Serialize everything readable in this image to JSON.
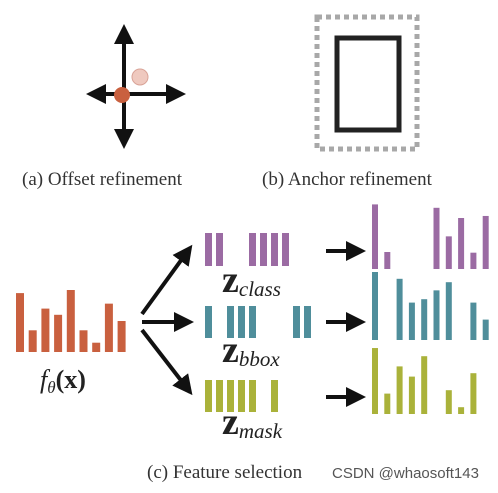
{
  "captions": {
    "offset": "(a) Offset refinement",
    "anchor": "(b) Anchor refinement",
    "feature": "(c) Feature selection"
  },
  "f_label": {
    "f": "f",
    "theta": "θ",
    "x": "(x)"
  },
  "z_labels": [
    {
      "z": "z",
      "sub": "class"
    },
    {
      "z": "z",
      "sub": "bbox"
    },
    {
      "z": "z",
      "sub": "mask"
    }
  ],
  "watermark": "CSDN @whaosoft143",
  "colors": {
    "input_bars": "#C9603F",
    "class": "#9B6BA3",
    "bbox": "#4F8E9B",
    "mask": "#AAB23A",
    "offset_dot": "#C9603F",
    "offset_ghost": "#EFC9BF",
    "dotted_box": "#a8a8a8",
    "arrows": "#111111"
  },
  "input_bars": [
    0.95,
    0.35,
    0.7,
    0.6,
    1.0,
    0.35,
    0.15,
    0.78,
    0.5
  ],
  "rows": [
    {
      "name": "class",
      "color_key": "class",
      "selected": [
        1,
        1,
        0,
        0,
        1,
        1,
        1,
        1,
        0,
        0,
        0
      ],
      "output": [
        0.95,
        0.25,
        0,
        0,
        0,
        0.9,
        0.48,
        0.75,
        0.24,
        0.78
      ]
    },
    {
      "name": "bbox",
      "color_key": "bbox",
      "selected": [
        1,
        0,
        1,
        1,
        1,
        0,
        0,
        0,
        1,
        1,
        0
      ],
      "output": [
        1.0,
        0,
        0.9,
        0.55,
        0.6,
        0.73,
        0.85,
        0,
        0.55,
        0.3
      ]
    },
    {
      "name": "mask",
      "color_key": "mask",
      "selected": [
        1,
        1,
        1,
        1,
        1,
        0,
        1,
        0,
        0,
        0,
        0
      ],
      "output": [
        0.97,
        0.3,
        0.7,
        0.55,
        0.85,
        0,
        0.35,
        0.1,
        0.6,
        0
      ]
    }
  ]
}
